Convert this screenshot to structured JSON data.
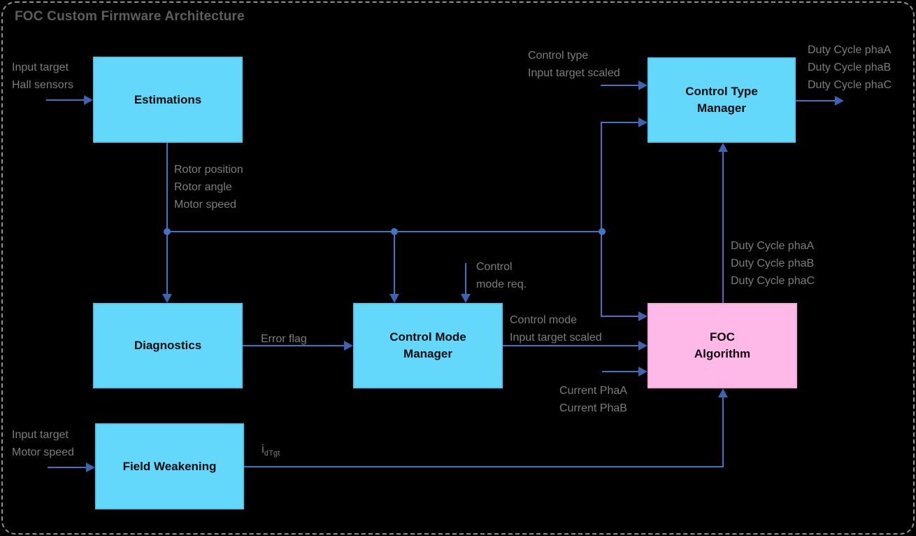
{
  "title": "FOC Custom Firmware Architecture",
  "blocks": {
    "estimations": {
      "label": "Estimations"
    },
    "diagnostics": {
      "label": "Diagnostics"
    },
    "control_mode_manager": {
      "label": "Control Mode\nManager"
    },
    "field_weakening": {
      "label": "Field Weakening"
    },
    "control_type_manager": {
      "label": "Control Type\nManager"
    },
    "foc_algorithm": {
      "label": "FOC\nAlgorithm"
    }
  },
  "labels": {
    "estimations_inputs": "Input target\nHall sensors",
    "estimations_outputs": "Rotor position\nRotor angle\nMotor speed",
    "control_type_inputs": "Control type\nInput target scaled",
    "duty_cycle_outputs": "Duty Cycle phaA\nDuty Cycle phaB\nDuty Cycle phaC",
    "duty_cycle_feedback": "Duty Cycle phaA\nDuty Cycle phaB\nDuty Cycle phaC",
    "control_mode_request": "Control\nmode req.",
    "error_flag": "Error flag",
    "control_mode_outputs": "Control mode\nInput target scaled",
    "current_inputs": "Current PhaA\nCurrent PhaB",
    "field_weakening_inputs": "Input target\nMotor speed",
    "id_target": {
      "base": "i",
      "sub": "dTgt"
    }
  },
  "colors": {
    "background": "#000000",
    "block_cyan": "#63D8FB",
    "block_pink": "#FFB9E9",
    "connector_blue": "#4472C4",
    "arrowhead_blue": "#3E63B2",
    "label_gray": "#7D7D7D",
    "title_gray": "#5E5E5E",
    "frame_border_gray": "#919191"
  }
}
